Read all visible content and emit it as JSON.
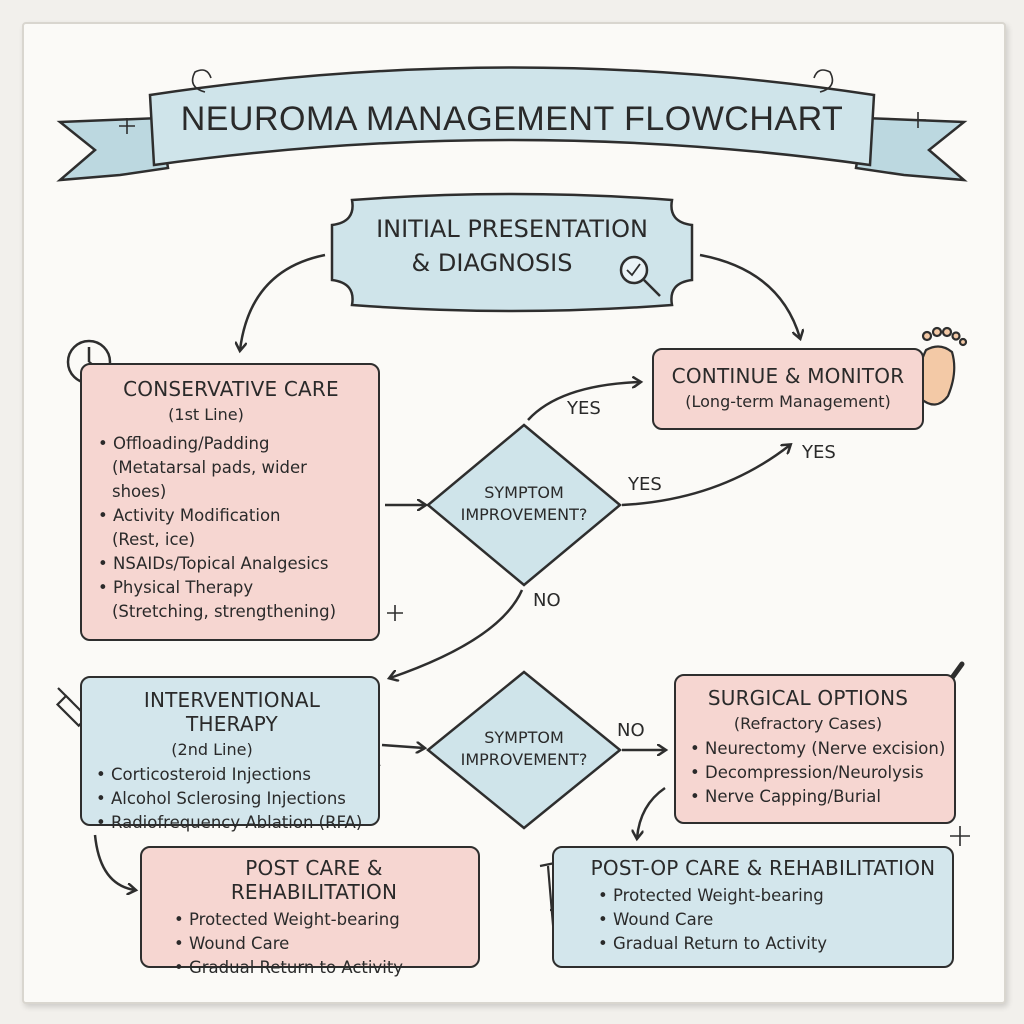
{
  "title": "NEUROMA MANAGEMENT FLOWCHART",
  "initial": {
    "line1": "INITIAL PRESENTATION",
    "line2": "& DIAGNOSIS"
  },
  "conservative": {
    "title": "CONSERVATIVE CARE",
    "subtitle": "(1st Line)",
    "items": [
      {
        "text": "Offloading/Padding",
        "note": "(Metatarsal pads, wider shoes)"
      },
      {
        "text": "Activity Modification",
        "note": "(Rest, ice)"
      },
      {
        "text": "NSAIDs/Topical Analgesics",
        "note": ""
      },
      {
        "text": "Physical Therapy",
        "note": "(Stretching, strengthening)"
      }
    ]
  },
  "decision1": {
    "line1": "SYMPTOM",
    "line2": "IMPROVEMENT?"
  },
  "decision2": {
    "line1": "SYMPTOM",
    "line2": "IMPROVEMENT?"
  },
  "labels": {
    "yes_top": "YES",
    "yes_mid": "YES",
    "yes_right": "YES",
    "no_down": "NO",
    "no_right": "NO"
  },
  "monitor": {
    "title": "CONTINUE & MONITOR",
    "subtitle": "(Long-term Management)"
  },
  "interventional": {
    "title": "INTERVENTIONAL THERAPY",
    "subtitle": "(2nd Line)",
    "items": [
      "Corticosteroid Injections",
      "Alcohol Sclerosing Injections",
      "Radiofrequency Ablation (RFA)"
    ]
  },
  "surgical": {
    "title": "SURGICAL OPTIONS",
    "subtitle": "(Refractory Cases)",
    "items": [
      "Neurectomy (Nerve excision)",
      "Decompression/Neurolysis",
      "Nerve Capping/Burial"
    ]
  },
  "postcare": {
    "title": "POST CARE & REHABILITATION",
    "items": [
      "Protected Weight-bearing",
      "Wound Care",
      "Gradual Return to Activity"
    ]
  },
  "postop": {
    "title": "POST-OP CARE & REHABILITATION",
    "items": [
      "Protected Weight-bearing",
      "Wound Care",
      "Gradual Return to Activity"
    ]
  },
  "colors": {
    "pink": "#f6d6d1",
    "blue": "#d3e6ec",
    "ink": "#2e2e2e"
  },
  "icons": [
    "clock-icon",
    "shoe-icon",
    "pill-bottle-icon",
    "foot-icon",
    "magnifier-icon",
    "syringe-icon",
    "ultrasound-probe-icon",
    "scalpel-icon",
    "crutch-icon",
    "calendar-icon"
  ]
}
